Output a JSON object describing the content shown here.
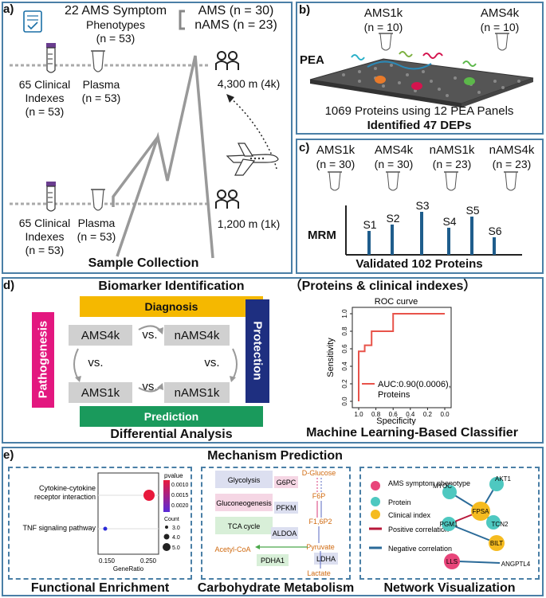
{
  "panel_a": {
    "label": "a)",
    "symptom_line1": "22 AMS Symptom",
    "symptom_line2": "Phenotypes",
    "symptom_n": "(n = 53)",
    "ams_group": "AMS (n = 30)",
    "nams_group": "nAMS (n = 23)",
    "clinical_top_1": "65 Clinical",
    "clinical_top_2": "Indexes",
    "clinical_top_n": "(n = 53)",
    "plasma_top": "Plasma",
    "plasma_top_n": "(n = 53)",
    "altitude_high": "4,300 m (4k)",
    "clinical_bot_1": "65 Clinical",
    "clinical_bot_2": "Indexes",
    "clinical_bot_n": "(n = 53)",
    "plasma_bot": "Plasma",
    "plasma_bot_n": "(n = 53)",
    "altitude_low": "1,200 m (1k)",
    "title": "Sample Collection"
  },
  "panel_b": {
    "label": "b)",
    "ams1k": "AMS1k",
    "ams1k_n": "(n = 10)",
    "ams4k": "AMS4k",
    "ams4k_n": "(n = 10)",
    "pea": "PEA",
    "caption": "1069 Proteins using 12 PEA Panels",
    "title": "Identified 47 DEPs"
  },
  "panel_c": {
    "label": "c)",
    "groups": [
      {
        "name": "AMS1k",
        "n": "(n = 30)"
      },
      {
        "name": "AMS4k",
        "n": "(n = 30)"
      },
      {
        "name": "nAMS1k",
        "n": "(n = 23)"
      },
      {
        "name": "nAMS4k",
        "n": "(n = 23)"
      }
    ],
    "mrm": "MRM",
    "peaks": [
      "S1",
      "S2",
      "S3",
      "S4",
      "S5",
      "S6"
    ],
    "title": "Validated 102 Proteins"
  },
  "panel_d": {
    "label": "d)",
    "heading_left": "Biomarker Identification",
    "heading_right": "（Proteins & clinical indexes）",
    "diagnosis": "Diagnosis",
    "ams4k": "AMS4k",
    "nams4k": "nAMS4k",
    "ams1k": "AMS1k",
    "nams1k": "nAMS1k",
    "vs": "vs.",
    "pathogenesis": "Pathogenesis",
    "protection": "Protection",
    "prediction": "Prediction",
    "diff_title": "Differential Analysis",
    "ml_title": "Machine Learning-Based Classifier",
    "colors": {
      "diagnosis": "#f5b800",
      "prediction": "#1a9a5c",
      "pathogenesis": "#e3177f",
      "protection": "#1e2f80",
      "group_box": "#d0d0d0"
    }
  },
  "chart_data": {
    "type": "line",
    "title": "ROC curve",
    "xlabel": "Specificity",
    "ylabel": "Sensitivity",
    "xticks": [
      "1.0",
      "0.8",
      "0.6",
      "0.4",
      "0.2",
      "0.0"
    ],
    "yticks": [
      "0.0",
      "0.2",
      "0.4",
      "0.6",
      "0.8",
      "1.0"
    ],
    "xlim": [
      1.0,
      0.0
    ],
    "ylim": [
      0.0,
      1.0
    ],
    "series": [
      {
        "name": "AUC:0.90(0.0006),",
        "name_line2": "Proteins",
        "color": "#e8534a",
        "points": [
          [
            1.0,
            0.0
          ],
          [
            1.0,
            0.57
          ],
          [
            0.93,
            0.57
          ],
          [
            0.93,
            0.64
          ],
          [
            0.85,
            0.64
          ],
          [
            0.85,
            0.8
          ],
          [
            0.6,
            0.8
          ],
          [
            0.6,
            1.0
          ],
          [
            0.0,
            1.0
          ]
        ]
      }
    ]
  },
  "panel_e": {
    "label": "e)",
    "heading": "Mechanism Prediction",
    "enrichment": {
      "title": "Functional Enrichment",
      "terms": [
        "Cytokine-cytokine",
        "receptor interaction",
        "TNF signaling pathway"
      ],
      "legend_title": "pvalue",
      "legend_values": [
        "0.0010",
        "0.0015",
        "0.0020"
      ],
      "count_title": "Count",
      "count_values": [
        "3.0",
        "4.0",
        "5.0"
      ],
      "xticks": [
        "0.150",
        "0.250"
      ],
      "xlabel": "GeneRatio"
    },
    "metabolism": {
      "title": "Carbohydrate Metabolism",
      "pathways": [
        "Glycolysis",
        "Gluconeogenesis",
        "TCA cycle"
      ],
      "enzymes": [
        "G6PC",
        "PFKM",
        "ALDOA",
        "PDHA1",
        "LDHA"
      ],
      "metabolites": [
        "D-Glucose",
        "F6P",
        "F1,6P2",
        "Pyruvate",
        "Acetyl-CoA",
        "Lactate"
      ]
    },
    "network": {
      "title": "Network Visualization",
      "legend": [
        "AMS symptom phenotype",
        "Protein",
        "Clinical index",
        "Positive correlation",
        "Negative correlation"
      ],
      "nodes": [
        "MYOC",
        "AKT1",
        "FPSA",
        "TCN2",
        "PGM1",
        "BILT",
        "LLS",
        "ANGPTL4"
      ]
    }
  }
}
